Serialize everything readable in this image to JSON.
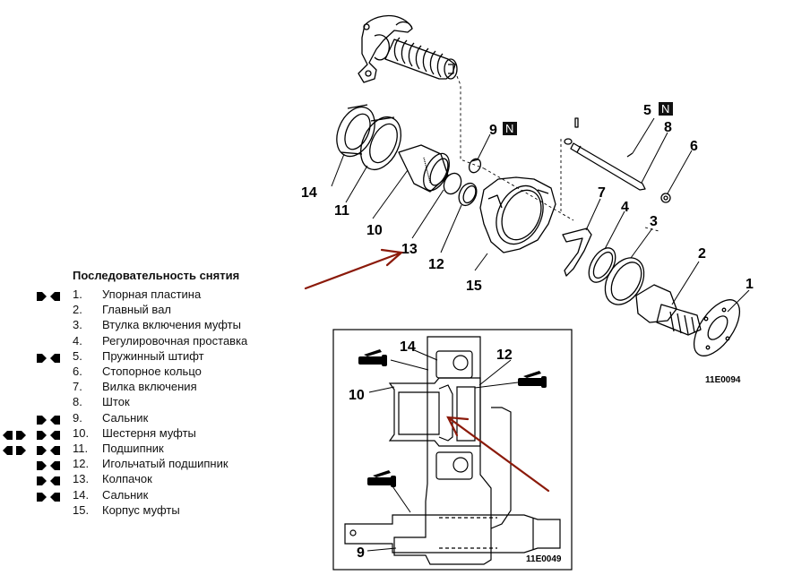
{
  "title": "Последовательность снятия",
  "steps": [
    {
      "num": "1.",
      "name": "Упорная пластина",
      "removal_icon": true,
      "install_icon": false
    },
    {
      "num": "2.",
      "name": "Главный вал",
      "removal_icon": false,
      "install_icon": false
    },
    {
      "num": "3.",
      "name": "Втулка включения муфты",
      "removal_icon": false,
      "install_icon": false
    },
    {
      "num": "4.",
      "name": "Регулировочная проставка",
      "removal_icon": false,
      "install_icon": false
    },
    {
      "num": "5.",
      "name": "Пружинный штифт",
      "removal_icon": true,
      "install_icon": false
    },
    {
      "num": "6.",
      "name": "Стопорное кольцо",
      "removal_icon": false,
      "install_icon": false
    },
    {
      "num": "7.",
      "name": "Вилка включения",
      "removal_icon": false,
      "install_icon": false
    },
    {
      "num": "8.",
      "name": "Шток",
      "removal_icon": false,
      "install_icon": false
    },
    {
      "num": "9.",
      "name": "Сальник",
      "removal_icon": true,
      "install_icon": false
    },
    {
      "num": "10.",
      "name": "Шестерня муфты",
      "removal_icon": true,
      "install_icon": true
    },
    {
      "num": "11.",
      "name": "Подшипник",
      "removal_icon": true,
      "install_icon": true
    },
    {
      "num": "12.",
      "name": "Игольчатый подшипник",
      "removal_icon": true,
      "install_icon": false
    },
    {
      "num": "13.",
      "name": "Колпачок",
      "removal_icon": true,
      "install_icon": false
    },
    {
      "num": "14.",
      "name": "Сальник",
      "removal_icon": true,
      "install_icon": false
    },
    {
      "num": "15.",
      "name": "Корпус муфты",
      "removal_icon": false,
      "install_icon": false
    }
  ],
  "exploded_view": {
    "callouts": [
      "1",
      "2",
      "3",
      "4",
      "5",
      "6",
      "7",
      "8",
      "9",
      "10",
      "11",
      "12",
      "13",
      "14",
      "15"
    ],
    "new_part_badge": "N",
    "figure_code": "11E0094"
  },
  "section_view": {
    "callouts": [
      "14",
      "12",
      "10",
      "9"
    ],
    "figure_code": "11E0049"
  },
  "colors": {
    "annotation_arrow": "#8b1a0a",
    "line": "#000000",
    "background": "#ffffff"
  }
}
